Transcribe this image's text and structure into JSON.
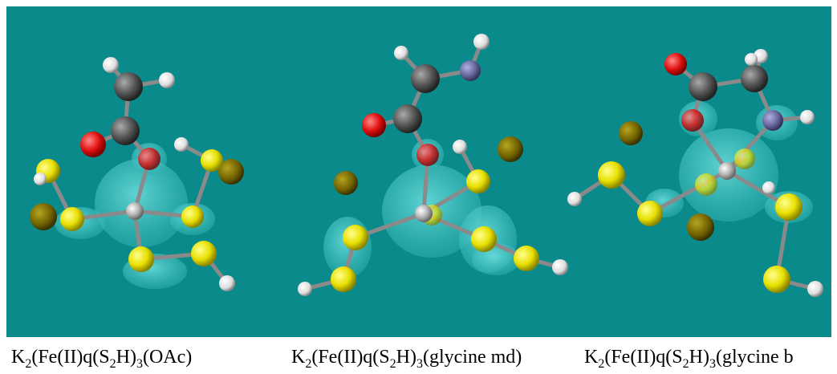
{
  "figure": {
    "background": "#0a8a8a",
    "captions": [
      {
        "prefix": "K",
        "sub1": "2",
        "mid": "(Fe(II)q(S",
        "sub2": "2",
        "mid2": "H)",
        "sub3": "3",
        "suffix": "(OAc)"
      },
      {
        "prefix": "K",
        "sub1": "2",
        "mid": "(Fe(II)q(S",
        "sub2": "2",
        "mid2": "H)",
        "sub3": "3",
        "suffix": "(glycine md)"
      },
      {
        "prefix": "K",
        "sub1": "2",
        "mid": "(Fe(II)q(S",
        "sub2": "2",
        "mid2": "H)",
        "sub3": "3",
        "suffix": "(glycine b"
      }
    ],
    "atom_colors": {
      "sulfur": "#e8e000",
      "potassium": "#7a6a00",
      "oxygen": "#e01010",
      "carbon": "#555555",
      "hydrogen": "#eeeeee",
      "nitrogen": "#6a6aa0",
      "iron": "#b0b0b0",
      "isosurface": "#3fc4c4"
    }
  }
}
